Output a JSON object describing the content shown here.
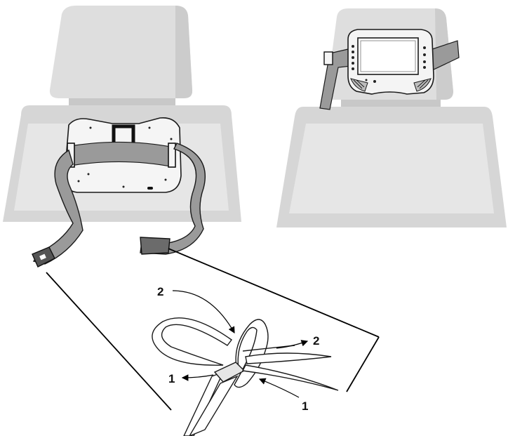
{
  "colors": {
    "seat": "#dcdcdc",
    "seat_shade": "#bdbdbd",
    "seat_inner": "#cfcfcf",
    "strap": "#9a9a9a",
    "strap_dark": "#6b6b6b",
    "outline": "#1a1a1a",
    "player_body": "#f2f2f2",
    "line": "#000000"
  },
  "icons": {
    "left_seat": "seat-back-with-bag-icon",
    "right_seat": "seat-back-with-player-icon",
    "buckle": "strap-buckle-icon"
  },
  "callouts": {
    "step_2_top": "2",
    "step_2_right": "2",
    "step_1_left": "1",
    "step_1_bottom": "1"
  }
}
